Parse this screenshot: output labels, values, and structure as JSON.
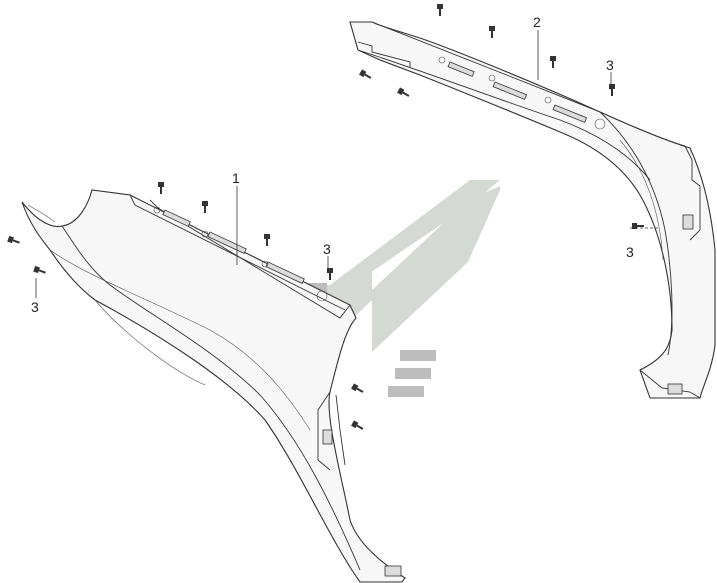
{
  "diagram": {
    "callouts": {
      "part_1": "1",
      "part_2": "2",
      "bolt_upper_right": "3",
      "bolt_side_right": "3",
      "bolt_left": "3",
      "bolt_center": "3"
    }
  },
  "colors": {
    "line": "#333333",
    "watermark_bars": "#bdbdbd",
    "watermark_chevron": "#d4d9d4"
  }
}
